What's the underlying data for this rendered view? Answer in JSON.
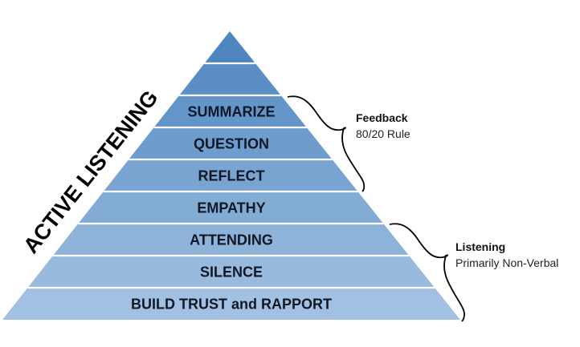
{
  "diagram": {
    "title": "ACTIVE LISTENING",
    "layers": [
      {
        "label": "",
        "color": "#4f86c0"
      },
      {
        "label": "",
        "color": "#5a8ec5"
      },
      {
        "label": "SUMMARIZE",
        "color": "#6395c9"
      },
      {
        "label": "QUESTION",
        "color": "#6e9dcd"
      },
      {
        "label": "REFLECT",
        "color": "#79a4d1"
      },
      {
        "label": "EMPATHY",
        "color": "#83acd5"
      },
      {
        "label": "ATTENDING",
        "color": "#8db3d9"
      },
      {
        "label": "SILENCE",
        "color": "#97badd"
      },
      {
        "label": "BUILD TRUST and RAPPORT",
        "color": "#a2c1e2"
      }
    ],
    "annotations": [
      {
        "heading": "Feedback",
        "subtext": "80/20 Rule",
        "spans": [
          "SUMMARIZE",
          "QUESTION",
          "REFLECT"
        ]
      },
      {
        "heading": "Listening",
        "subtext": "Primarily Non-Verbal",
        "spans": [
          "ATTENDING",
          "SILENCE",
          "BUILD TRUST and RAPPORT"
        ]
      }
    ]
  }
}
